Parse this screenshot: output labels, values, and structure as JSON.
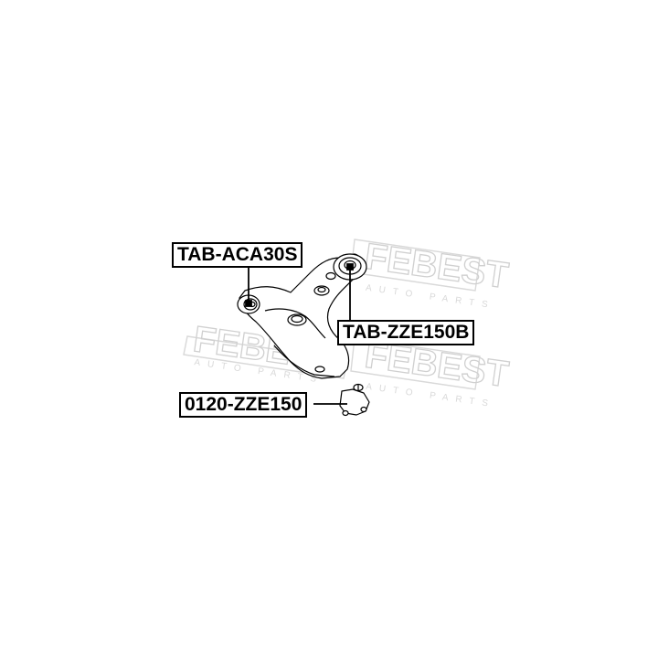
{
  "diagram": {
    "part_labels": {
      "bushing_rear": "TAB-ACA30S",
      "bushing_front": "TAB-ZZE150B",
      "ball_joint": "0120-ZZE150"
    },
    "watermark_text": "FEBEST",
    "watermark_subtext": "AUTO PARTS",
    "colors": {
      "line": "#000000",
      "watermark": "#d9d9d9",
      "background": "#ffffff"
    }
  }
}
